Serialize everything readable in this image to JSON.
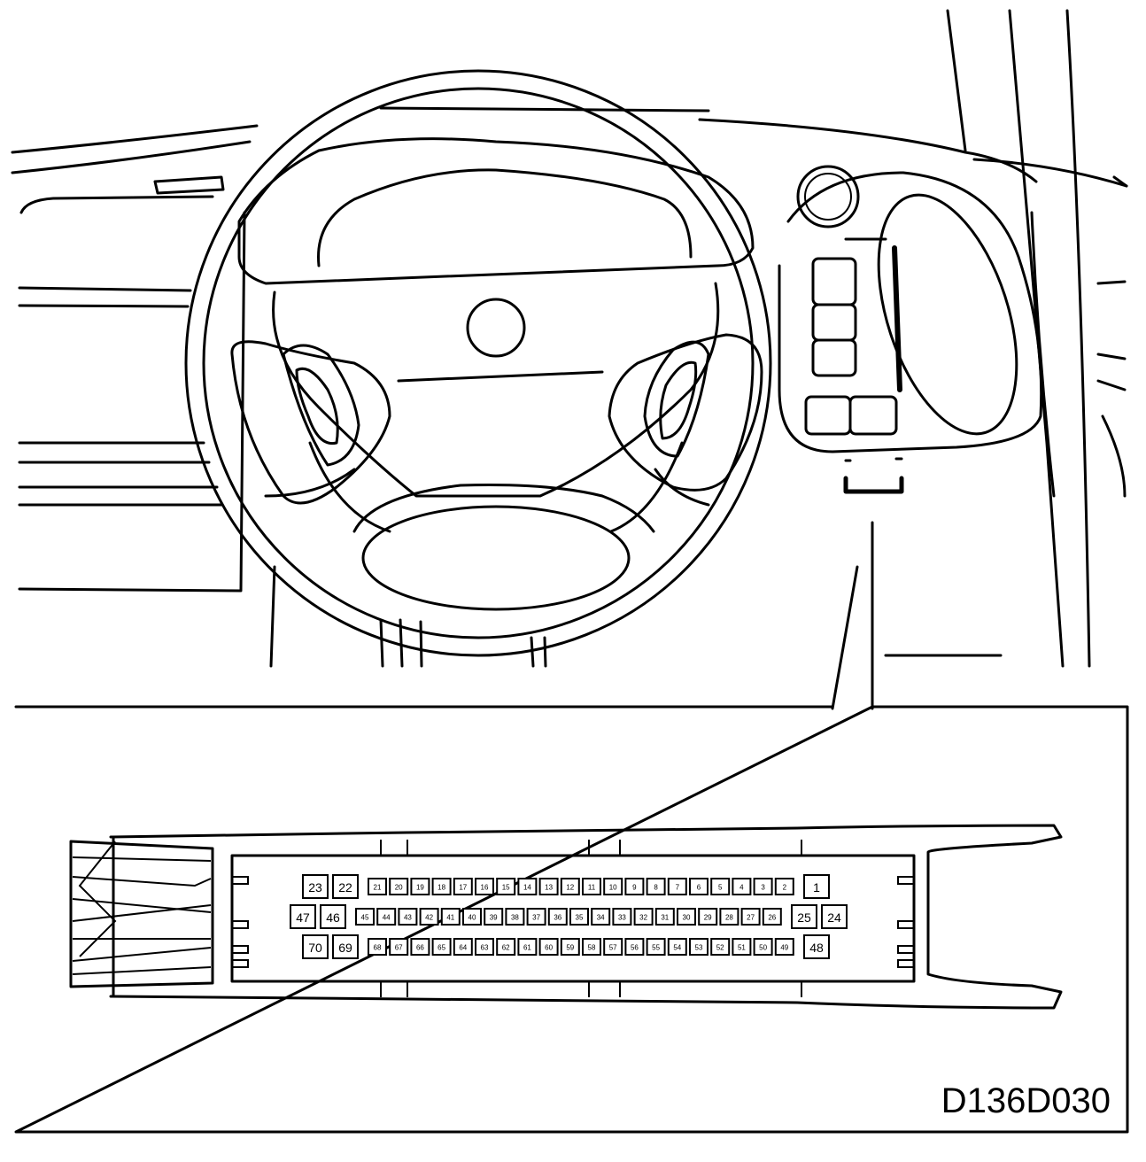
{
  "diagram_code": "D136D030",
  "connector": {
    "rows": [
      {
        "big_left": [
          "23",
          "22"
        ],
        "small": [
          "21",
          "20",
          "19",
          "18",
          "17",
          "16",
          "15",
          "14",
          "13",
          "12",
          "11",
          "10",
          "9",
          "8",
          "7",
          "6",
          "5",
          "4",
          "3",
          "2"
        ],
        "big_right": [
          "1"
        ]
      },
      {
        "big_left": [
          "47",
          "46"
        ],
        "small": [
          "45",
          "44",
          "43",
          "42",
          "41",
          "40",
          "39",
          "38",
          "37",
          "36",
          "35",
          "34",
          "33",
          "32",
          "31",
          "30",
          "29",
          "28",
          "27",
          "26"
        ],
        "big_right": [
          "25",
          "24"
        ]
      },
      {
        "big_left": [
          "70",
          "69"
        ],
        "small": [
          "68",
          "67",
          "66",
          "65",
          "64",
          "63",
          "62",
          "61",
          "60",
          "59",
          "58",
          "57",
          "56",
          "55",
          "54",
          "53",
          "52",
          "51",
          "50",
          "49"
        ],
        "big_right": [
          "48"
        ]
      }
    ]
  }
}
